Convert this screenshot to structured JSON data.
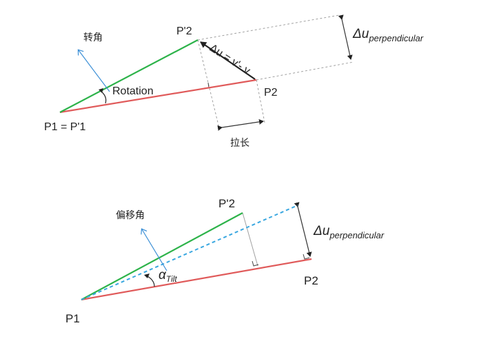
{
  "top": {
    "labels": {
      "p1": "P1 = P'1",
      "p2": "P2",
      "p2prime": "P'2",
      "rotation": "Rotation",
      "rotation_cn": "转角",
      "stretch_cn": "拉长",
      "delta_symbol": "Δu = v'- v",
      "delta_u": "Δu",
      "delta_sub": "perpendicular"
    }
  },
  "bottom": {
    "labels": {
      "p1": "P1",
      "p2": "P2",
      "p2prime": "P'2",
      "tilt_cn": "偏移角",
      "alpha": "α",
      "alpha_sub": "Tilt",
      "delta_u": "Δu",
      "delta_sub": "perpendicular"
    }
  },
  "colors": {
    "green": "#2db34a",
    "red": "#e05a5a",
    "blue": "#3b8fd6",
    "dashed_blue": "#39a7e0",
    "black": "#222222",
    "grey": "#9a9a9a"
  }
}
